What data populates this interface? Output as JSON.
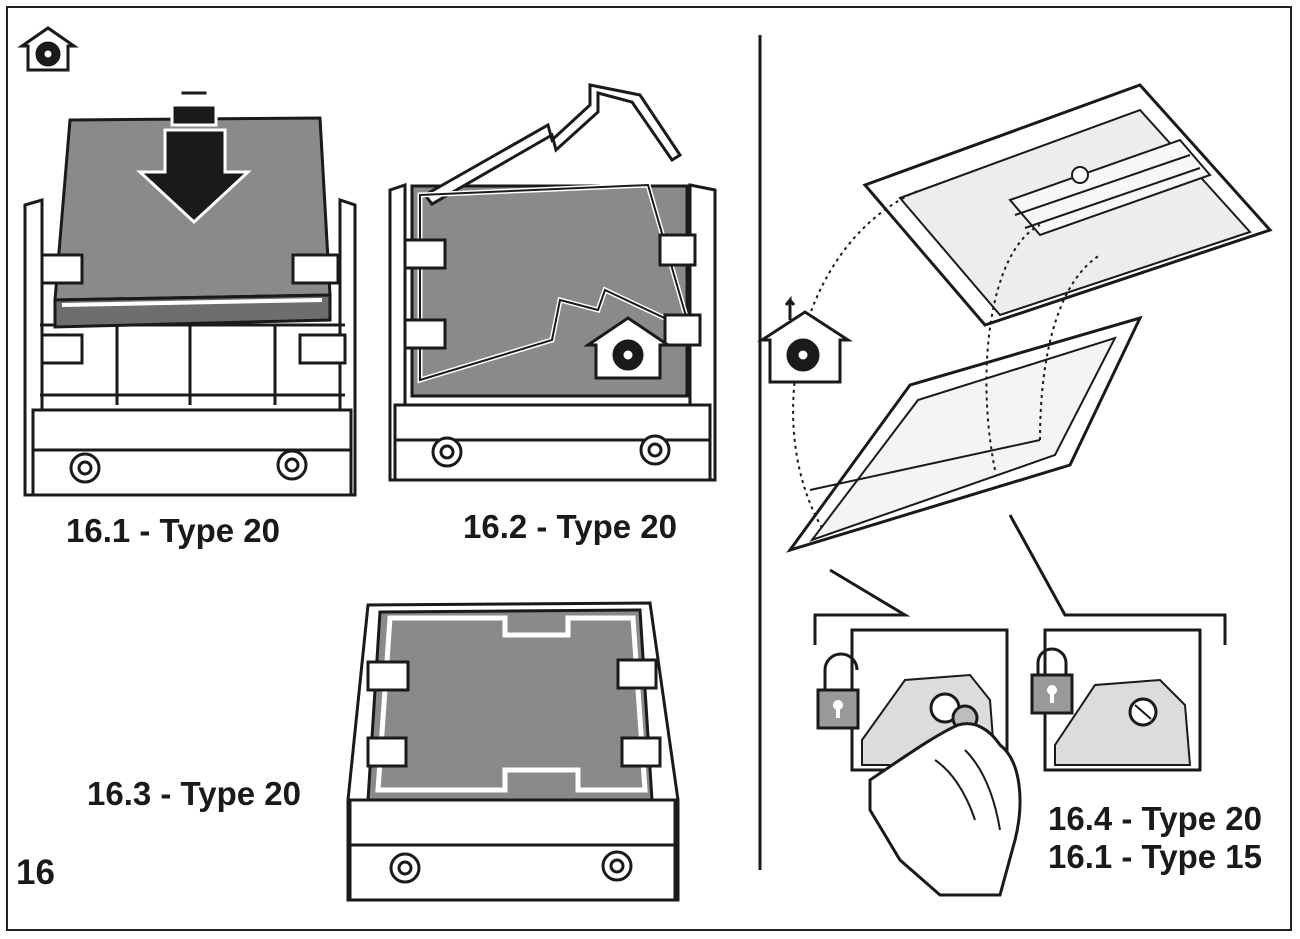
{
  "figure_number": "16",
  "captions": {
    "step_16_1": "16.1 - Type 20",
    "step_16_2": "16.2 - Type 20",
    "step_16_3": "16.3 - Type 20",
    "step_16_4_type20": "16.4 - Type 20",
    "step_16_1_type15": "16.1 - Type 15"
  },
  "icons": {
    "recirculation": "house-recirculation-icon",
    "ducted": "house-ducted-extraction-icon",
    "unlocked": "padlock-open-icon",
    "locked": "padlock-closed-icon",
    "insert_arrow": "arrow-down-icon"
  },
  "colors": {
    "filter_fill": "#8a8a8a",
    "line": "#1a1a1a",
    "panel_light": "#d8d8d8",
    "lock_fill": "#9a9a9a"
  }
}
